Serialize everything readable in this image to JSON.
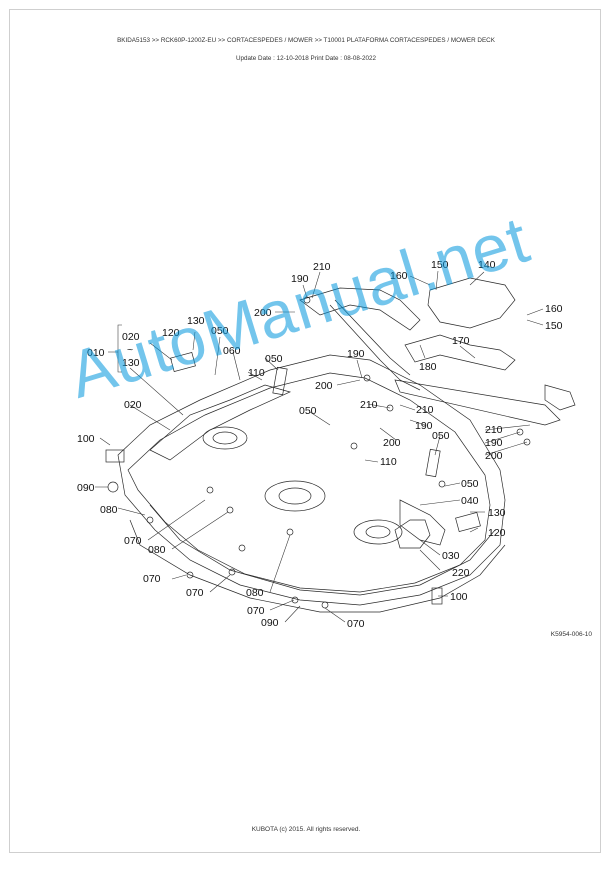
{
  "header": {
    "breadcrumb": "BKIDA5153 >> RCK60P-1200Z-EU >> CORTACESPEDES / MOWER >> T10001   PLATAFORMA CORTACESPEDES / MOWER DECK",
    "dates": "Update Date : 12-10-2018   Print Date : 08-08-2022"
  },
  "diagram": {
    "callouts": [
      "010",
      "020",
      "130",
      "~",
      "120",
      "130",
      "050",
      "060",
      "050",
      "110",
      "190",
      "210",
      "200",
      "160",
      "150",
      "140",
      "160",
      "150",
      "170",
      "180",
      "190",
      "200",
      "210",
      "210",
      "190",
      "200",
      "210",
      "190",
      "200",
      "050",
      "050",
      "110",
      "020",
      "100",
      "090",
      "080",
      "070",
      "080",
      "070",
      "070",
      "080",
      "070",
      "090",
      "070",
      "100",
      "220",
      "030",
      "040",
      "050",
      "130",
      "120"
    ]
  },
  "figure_code": "K5954-006-10",
  "watermark": "AutoManual.net",
  "footer": "KUBOTA (c) 2015. All rights reserved."
}
